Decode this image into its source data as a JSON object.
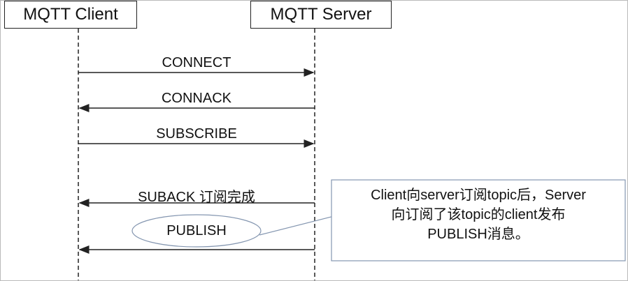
{
  "actors": {
    "client": "MQTT Client",
    "server": "MQTT Server"
  },
  "messages": [
    {
      "label": "CONNECT",
      "direction": "client-to-server"
    },
    {
      "label": "CONNACK",
      "direction": "server-to-client"
    },
    {
      "label": "SUBSCRIBE",
      "direction": "client-to-server"
    },
    {
      "label": "SUBACK 订阅完成",
      "direction": "server-to-client"
    },
    {
      "label": "PUBLISH",
      "direction": "server-to-client"
    }
  ],
  "note": {
    "lines": [
      "Client向server订阅topic后，Server",
      "向订阅了该topic的client发布",
      "PUBLISH消息。"
    ]
  },
  "colors": {
    "line": "#222222",
    "note_border": "#8496b0",
    "ellipse_border": "#8496b0"
  }
}
